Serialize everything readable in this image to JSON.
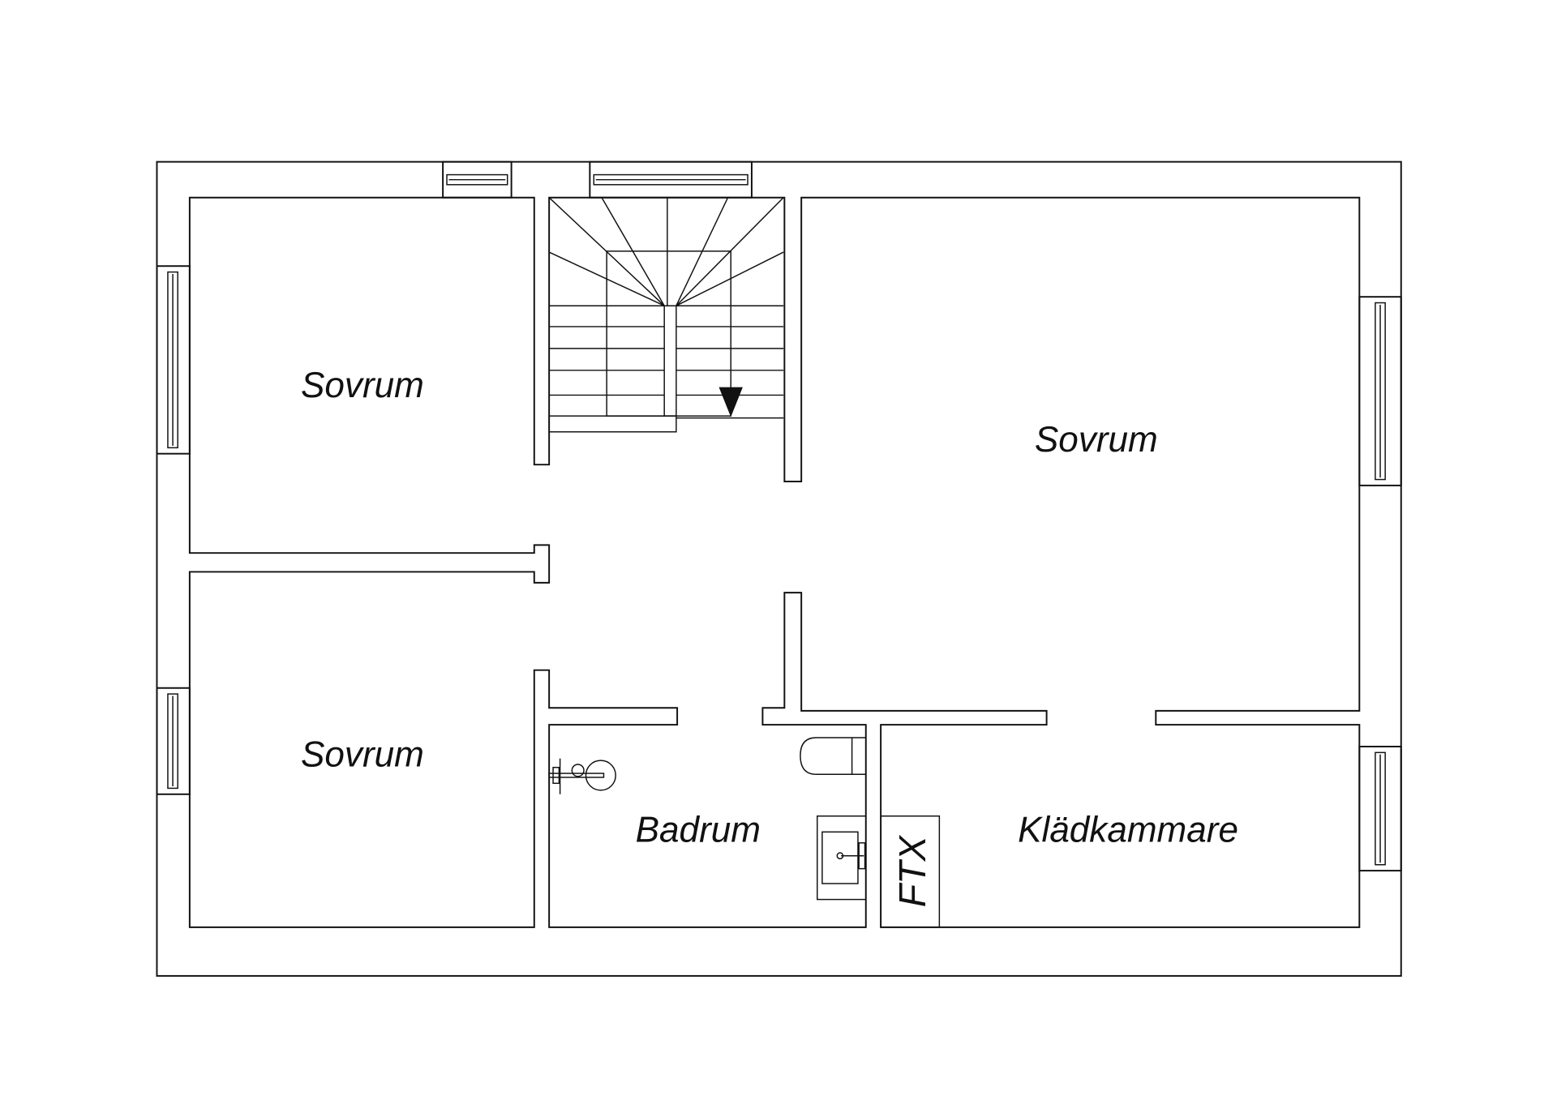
{
  "plan": {
    "rooms": [
      {
        "label": "Sovrum"
      },
      {
        "label": "Sovrum"
      },
      {
        "label": "Sovrum"
      },
      {
        "label": "Badrum"
      },
      {
        "label": "Klädkammare"
      }
    ],
    "ftx_label": "FTX",
    "line_color": "#111111",
    "background": "#ffffff"
  }
}
